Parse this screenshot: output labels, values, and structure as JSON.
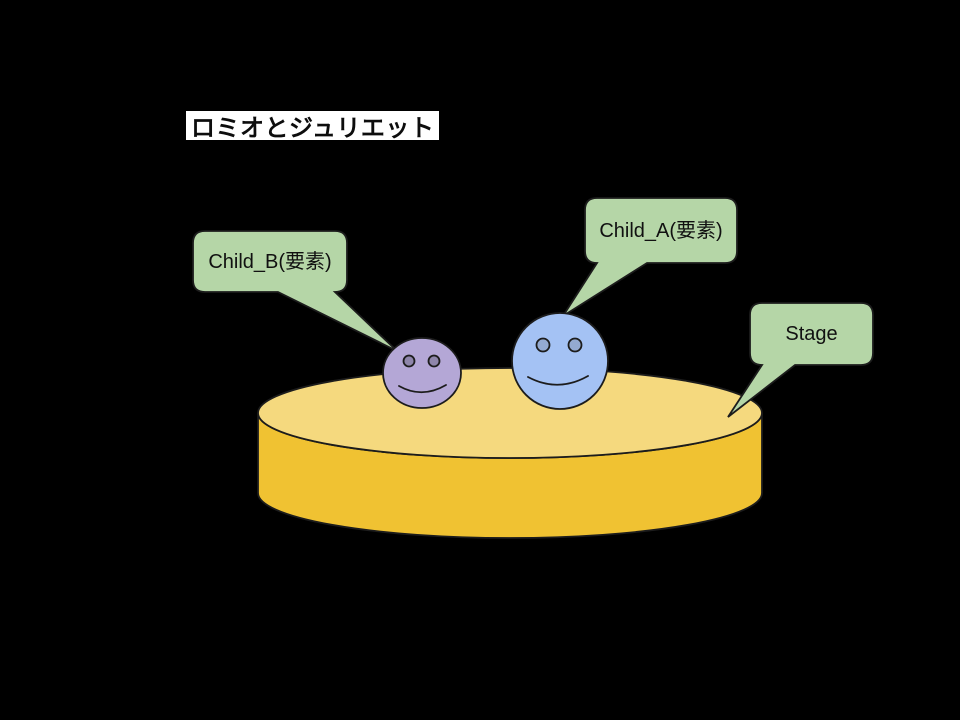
{
  "title": "ロミオとジュリエット",
  "callouts": {
    "child_a": {
      "label": "Child_A(要素)"
    },
    "child_b": {
      "label": "Child_B(要素)"
    },
    "stage": {
      "label": "Stage"
    }
  },
  "icons": {
    "child_a_face": "blue-smiley-face",
    "child_b_face": "purple-smiley-face"
  },
  "colors": {
    "background": "#000000",
    "outline": "#1c1c1c",
    "callout_fill": "#b5d6a7",
    "stage_top": "#f5d97e",
    "stage_side": "#f0c232",
    "child_a_face": "#a4c2f4",
    "child_a_eye": "#94aad1",
    "child_b_face": "#b4a7d6",
    "child_b_eye": "#8f86ab",
    "title_bg": "#ffffff"
  }
}
